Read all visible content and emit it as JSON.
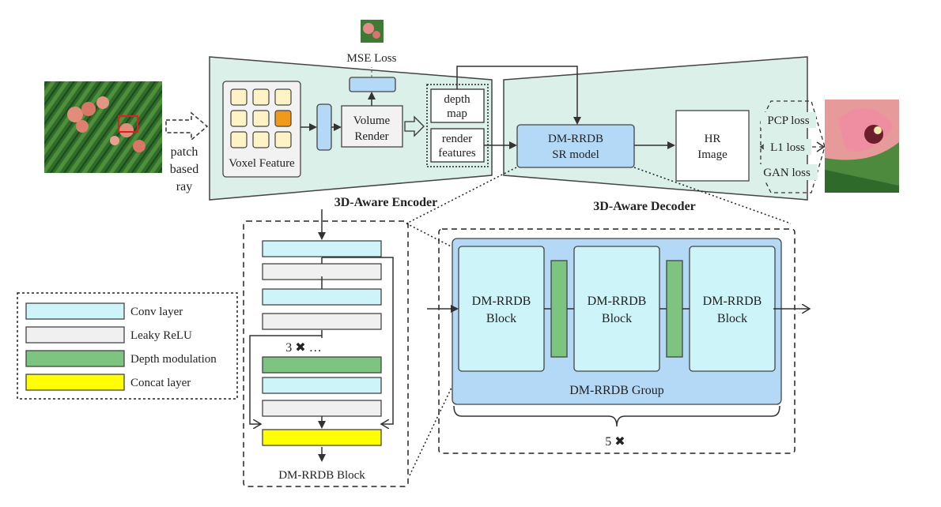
{
  "colors": {
    "panel": "#dcf0ea",
    "conv": "#cdf4f8",
    "leaky": "#f0f0f0",
    "depth_mod": "#7cc47f",
    "concat": "#ffff00",
    "sr_blue": "#b3d9f7",
    "voxel_cell": "#fdf3c4",
    "voxel_highlight": "#ef9a1a"
  },
  "input": {
    "arrow_label_1": "patch",
    "arrow_label_2": "based",
    "arrow_label_3": "ray"
  },
  "encoder": {
    "title": "3D-Aware Encoder",
    "voxel_label": "Voxel Feature",
    "volume_render_1": "Volume",
    "volume_render_2": "Render",
    "mse_loss": "MSE Loss",
    "depth_map_1": "depth",
    "depth_map_2": "map",
    "render_features_1": "render",
    "render_features_2": "features"
  },
  "decoder": {
    "title": "3D-Aware Decoder",
    "sr_model_1": "DM-RRDB",
    "sr_model_2": "SR model",
    "hr_image_1": "HR",
    "hr_image_2": "Image",
    "losses": [
      "PCP loss",
      "L1 loss",
      "GAN loss"
    ]
  },
  "legend": [
    {
      "label": "Conv layer",
      "color_key": "conv"
    },
    {
      "label": "Leaky ReLU",
      "color_key": "leaky"
    },
    {
      "label": "Depth modulation",
      "color_key": "depth_mod"
    },
    {
      "label": "Concat layer",
      "color_key": "concat"
    }
  ],
  "block_detail": {
    "repeat_text": "3 ✖ …",
    "caption": "DM-RRDB Block"
  },
  "group_detail": {
    "block_label_1": "DM-RRDB",
    "block_label_2": "Block",
    "group_caption": "DM-RRDB Group",
    "repeat_text": "5 ✖"
  }
}
